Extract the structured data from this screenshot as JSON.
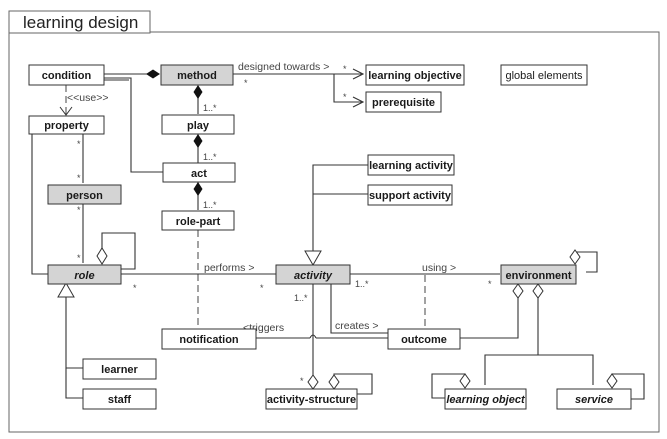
{
  "diagram": {
    "title": "learning design",
    "colors": {
      "abstract_fill": "#d4d4d4",
      "plain_fill": "#ffffff",
      "stroke": "#333333",
      "frame": "#666666"
    },
    "classes": {
      "condition": {
        "label": "condition",
        "abstract": false,
        "italic": false
      },
      "method": {
        "label": "method",
        "abstract": true,
        "italic": false
      },
      "learning_objective": {
        "label": "learning objective",
        "abstract": false,
        "italic": false
      },
      "prerequisite": {
        "label": "prerequisite",
        "abstract": false,
        "italic": false
      },
      "global_elements": {
        "label": "global elements",
        "abstract": false,
        "italic": false
      },
      "property": {
        "label": "property",
        "abstract": false,
        "italic": false
      },
      "play": {
        "label": "play",
        "abstract": false,
        "italic": false
      },
      "act": {
        "label": "act",
        "abstract": false,
        "italic": false
      },
      "person": {
        "label": "person",
        "abstract": true,
        "italic": false
      },
      "role_part": {
        "label": "role-part",
        "abstract": false,
        "italic": false
      },
      "learning_activity": {
        "label": "learning activity",
        "abstract": false,
        "italic": false
      },
      "support_activity": {
        "label": "support activity",
        "abstract": false,
        "italic": false
      },
      "role": {
        "label": "role",
        "abstract": true,
        "italic": true
      },
      "activity": {
        "label": "activity",
        "abstract": true,
        "italic": true
      },
      "environment": {
        "label": "environment",
        "abstract": true,
        "italic": false
      },
      "notification": {
        "label": "notification",
        "abstract": false,
        "italic": false
      },
      "outcome": {
        "label": "outcome",
        "abstract": false,
        "italic": false
      },
      "learner": {
        "label": "learner",
        "abstract": false,
        "italic": false
      },
      "staff": {
        "label": "staff",
        "abstract": false,
        "italic": false
      },
      "activity_structure": {
        "label": "activity-structure",
        "abstract": false,
        "italic": false
      },
      "learning_object": {
        "label": "learning object",
        "abstract": false,
        "italic": true
      },
      "service": {
        "label": "service",
        "abstract": false,
        "italic": true
      }
    },
    "edge_labels": {
      "designed_towards": "designed towards >",
      "use": "<<use>>",
      "performs": "performs >",
      "using": "using >",
      "creates": "creates >",
      "triggers": "<triggers"
    },
    "multiplicities": {
      "method_lo": "*",
      "method_src": "*",
      "method_prereq": "*",
      "method_play": "1..*",
      "play_act": "1..*",
      "act_rolepart": "1..*",
      "property_top": "*",
      "person_top": "*",
      "person_bottom": "*",
      "role_top": "*",
      "role_right": "*",
      "activity_left": "*",
      "activity_bottom": "1..*",
      "activity_right": "1..*",
      "environment_left": "*",
      "activity_structure": "*"
    }
  }
}
